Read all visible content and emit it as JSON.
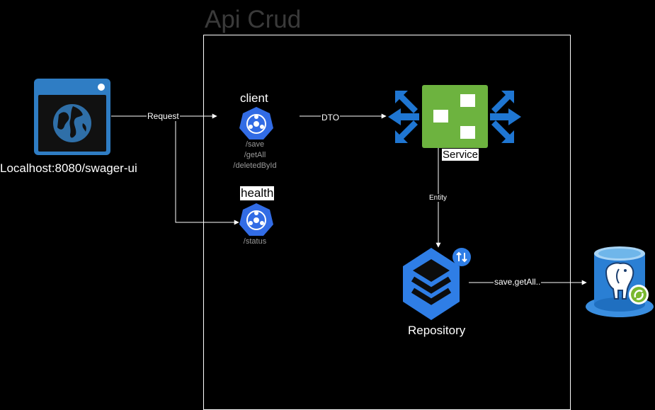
{
  "diagram": {
    "title": "Api Crud",
    "browser_label": "Localhost:8080/swager-ui",
    "edges": {
      "request": "Request",
      "dto": "DTO",
      "entity": "Entity",
      "save_getall": "save,getAll.."
    },
    "client": {
      "name": "client",
      "endpoints": [
        "/save",
        "/getAll",
        "/deletedById"
      ]
    },
    "health": {
      "name": "health",
      "endpoints": [
        "/status"
      ]
    },
    "service": {
      "name": "Service"
    },
    "repository": {
      "name": "Repository"
    },
    "icons": {
      "browser": "browser-globe-icon",
      "client": "kubernetes-service-icon",
      "health": "kubernetes-service-icon",
      "service": "service-scale-arrows-icon",
      "repository": "repository-stack-icon",
      "database": "postgresql-database-icon"
    },
    "colors": {
      "background": "#000000",
      "frame": "#ffffff",
      "title": "#3a3a3a",
      "browser_blue": "#2f7dc4",
      "k8s_blue": "#326ce5",
      "service_green": "#6db33f",
      "arrow_blue": "#1f76d2",
      "repo_blue": "#2f7ee6",
      "db_blue": "#3a8ee0"
    }
  }
}
